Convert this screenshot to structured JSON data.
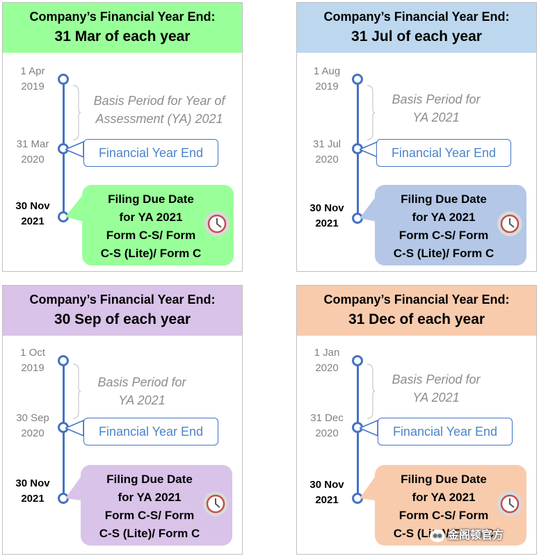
{
  "panels": [
    {
      "header_line1": "Company’s Financial Year End:",
      "header_line2": "31 Mar of each year",
      "header_color": "#99ff99",
      "start_date": [
        "1 Apr",
        "2019"
      ],
      "fye_date": [
        "31 Mar",
        "2020"
      ],
      "due_date": [
        "30 Nov",
        "2021"
      ],
      "basis_text": [
        "Basis Period for Year of",
        "Assessment (YA) 2021"
      ],
      "fye_label": "Financial Year End",
      "due_lines": [
        "Filing Due Date",
        "for YA 2021",
        "Form C-S/ Form",
        "C-S (Lite)/ Form C"
      ],
      "due_color": "#99ff99"
    },
    {
      "header_line1": "Company’s Financial Year End:",
      "header_line2": "31 Jul of each year",
      "header_color": "#bdd7ee",
      "start_date": [
        "1 Aug",
        "2019"
      ],
      "fye_date": [
        "31 Jul",
        "2020"
      ],
      "due_date": [
        "30 Nov",
        "2021"
      ],
      "basis_text": [
        "Basis Period for",
        "YA 2021"
      ],
      "fye_label": "Financial Year End",
      "due_lines": [
        "Filing Due Date",
        "for YA 2021",
        "Form C-S/ Form",
        "C-S (Lite)/ Form C"
      ],
      "due_color": "#b4c7e7"
    },
    {
      "header_line1": "Company’s Financial Year End:",
      "header_line2": "30 Sep of each year",
      "header_color": "#d9c3e9",
      "start_date": [
        "1 Oct",
        "2019"
      ],
      "fye_date": [
        "30 Sep",
        "2020"
      ],
      "due_date": [
        "30 Nov",
        "2021"
      ],
      "basis_text": [
        "Basis Period for",
        "YA 2021"
      ],
      "fye_label": "Financial Year End",
      "due_lines": [
        "Filing Due Date",
        "for YA 2021",
        "Form C-S/ Form",
        "C-S (Lite)/ Form C"
      ],
      "due_color": "#d9c3e9"
    },
    {
      "header_line1": "Company’s Financial Year End:",
      "header_line2": "31 Dec of each year",
      "header_color": "#f8cbad",
      "start_date": [
        "1 Jan",
        "2020"
      ],
      "fye_date": [
        "31 Dec",
        "2020"
      ],
      "due_date": [
        "30 Nov",
        "2021"
      ],
      "basis_text": [
        "Basis Period for",
        "YA 2021"
      ],
      "fye_label": "Financial Year End",
      "due_lines": [
        "Filing Due Date",
        "for YA 2021",
        "Form C-S/ Form",
        "C-S (Lite)/ Form C"
      ],
      "due_color": "#f8cbad"
    }
  ],
  "watermark": "金阁顿官方",
  "icons": {
    "clock": "clock-icon",
    "wechat": "wechat-icon"
  },
  "colors": {
    "timeline": "#4472c4",
    "fye_text": "#4a84c9",
    "clock_hand": "#c0504d"
  }
}
